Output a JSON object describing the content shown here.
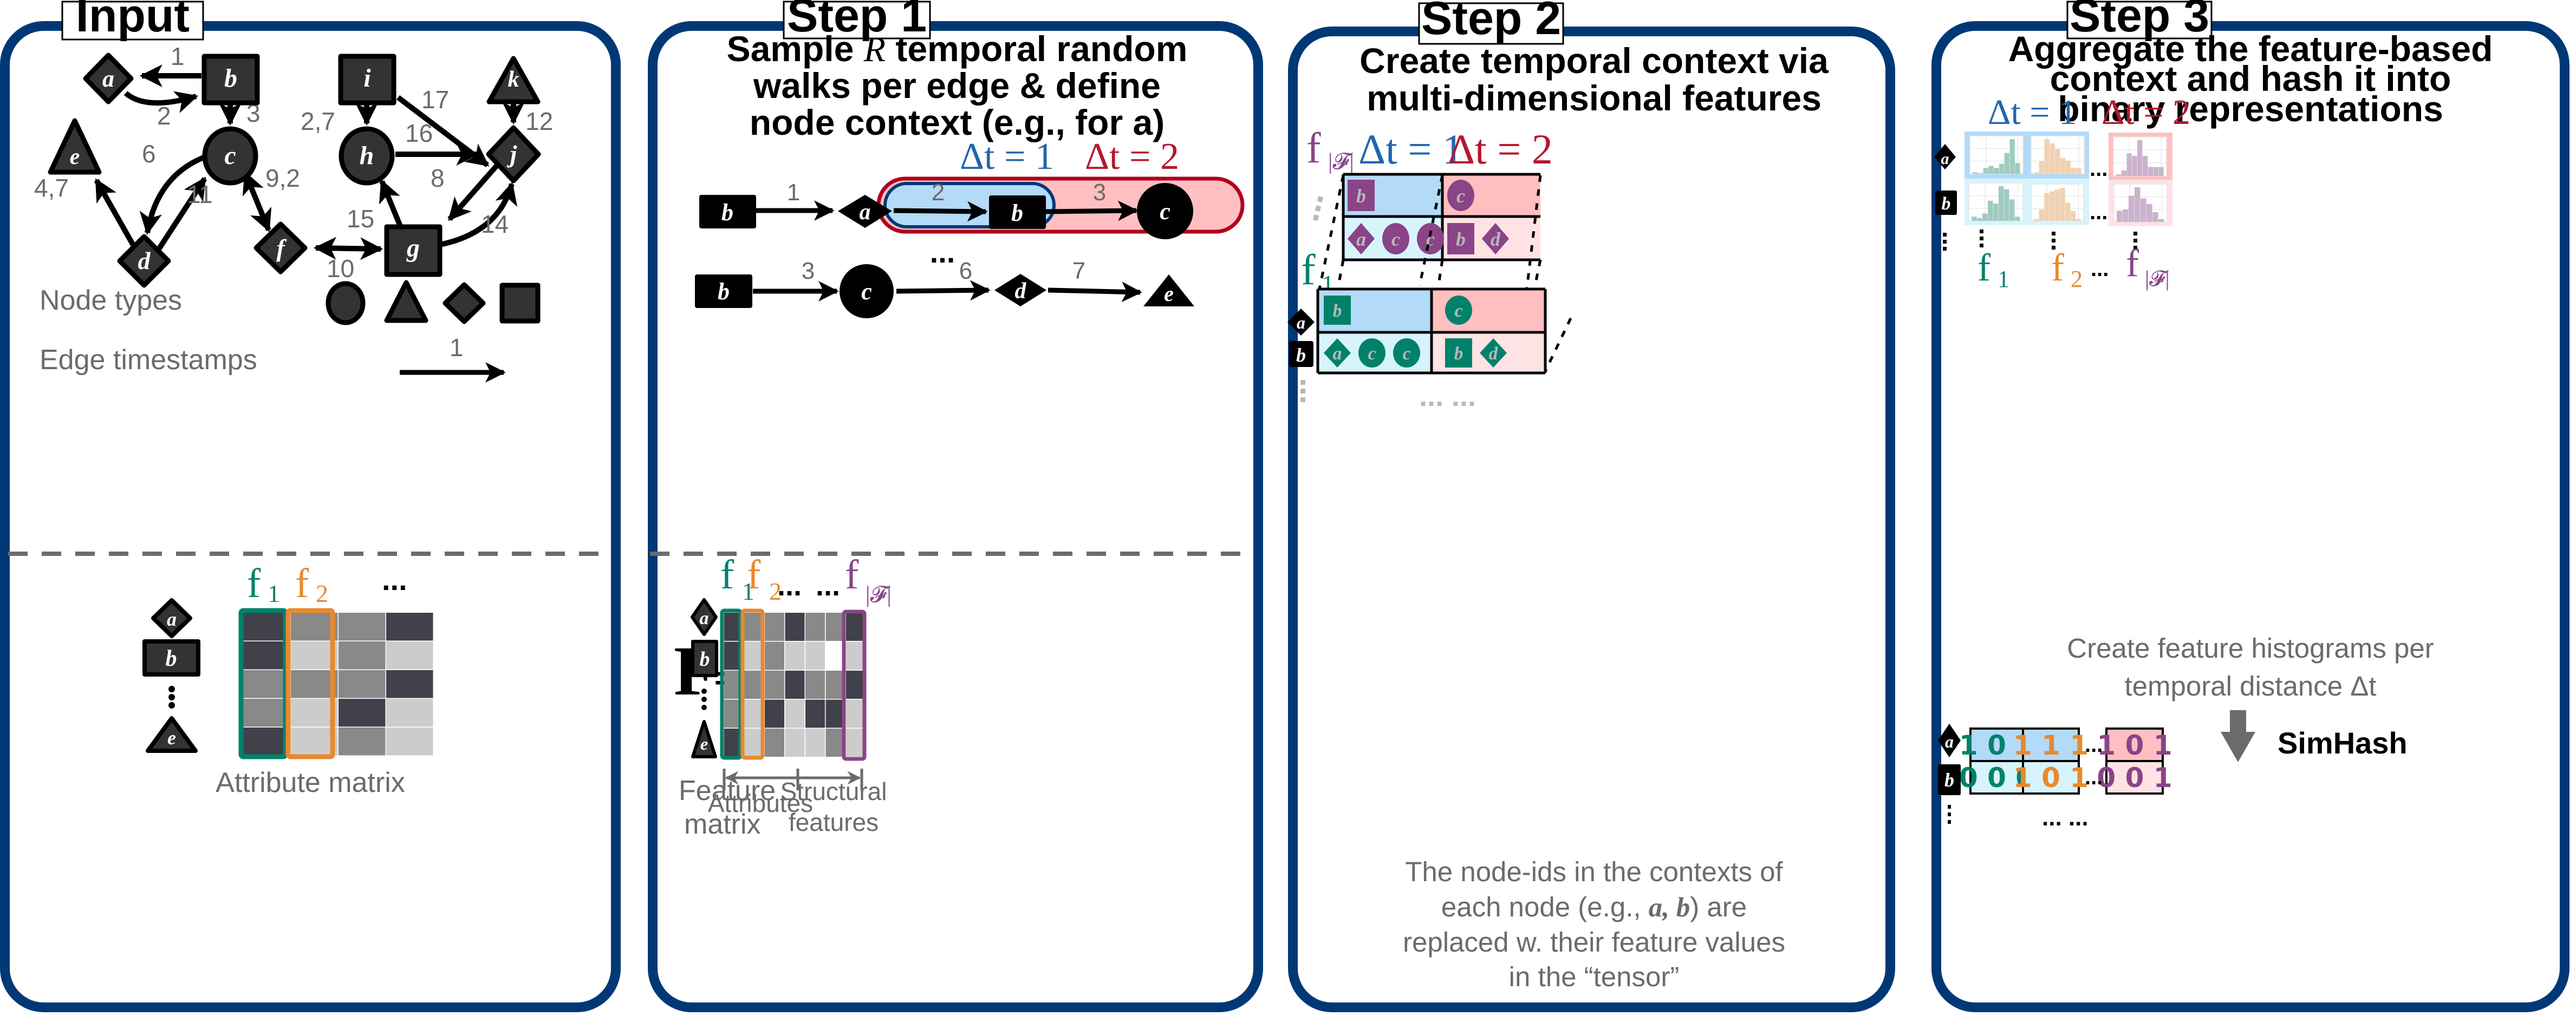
{
  "colors": {
    "panel_border": "#003876",
    "node_fill": "#333333",
    "f1": "#00826a",
    "f2": "#e8892e",
    "fF": "#8a4487",
    "dt1": "#2266aa",
    "dt2": "#b5172d",
    "blue_cell": "#b3daf7",
    "blue_cell_light": "#d7f4fd",
    "red_cell": "#ffbfc0",
    "red_cell_light": "#ffe3e4",
    "gray_text": "#6b6b6b",
    "hist_green": "#a0cbc1",
    "hist_orange": "#f0d1b2",
    "hist_purple": "#cbb2cd"
  },
  "panels": {
    "input": {
      "title": "Input",
      "legend_node_types": "Node types",
      "legend_edge_timestamps": "Edge timestamps",
      "legend_edge_example": "1",
      "matrix_caption": "Attribute matrix",
      "matrix_rows": [
        "a",
        "b",
        "e"
      ],
      "matrix_col_labels": [
        "f",
        "f"
      ],
      "matrix_col_subscripts": [
        "1",
        "2"
      ],
      "ellipsis": "...",
      "matrix_shades": [
        [
          "dark",
          "mid",
          "mid",
          "dark"
        ],
        [
          "dark",
          "light",
          "mid",
          "light"
        ],
        [
          "mid",
          "mid",
          "mid",
          "dark"
        ],
        [
          "mid",
          "light",
          "dark",
          "light"
        ],
        [
          "dark",
          "light",
          "mid",
          "light"
        ]
      ],
      "graph": {
        "nodes": [
          {
            "id": "a",
            "shape": "diamond"
          },
          {
            "id": "b",
            "shape": "square"
          },
          {
            "id": "c",
            "shape": "circle"
          },
          {
            "id": "d",
            "shape": "diamond"
          },
          {
            "id": "e",
            "shape": "triangle"
          },
          {
            "id": "f",
            "shape": "diamond"
          },
          {
            "id": "g",
            "shape": "square"
          },
          {
            "id": "h",
            "shape": "circle"
          },
          {
            "id": "i",
            "shape": "square"
          },
          {
            "id": "j",
            "shape": "diamond"
          },
          {
            "id": "k",
            "shape": "triangle"
          }
        ],
        "edges": [
          {
            "from": "b",
            "to": "a",
            "label": "1"
          },
          {
            "from": "a",
            "to": "b",
            "label": "2"
          },
          {
            "from": "b",
            "to": "c",
            "label": "3"
          },
          {
            "from": "c",
            "to": "d",
            "label": "6"
          },
          {
            "from": "d",
            "to": "c",
            "label": "11"
          },
          {
            "from": "d",
            "to": "e",
            "label": "4,7"
          },
          {
            "from": "c",
            "to": "f",
            "label": "9,2",
            "bidirectional": true
          },
          {
            "from": "f",
            "to": "g",
            "label": "10",
            "bidirectional": true
          },
          {
            "from": "i",
            "to": "h",
            "label": "2,7"
          },
          {
            "from": "i",
            "to": "j",
            "label": "17"
          },
          {
            "from": "h",
            "to": "j",
            "label": "16"
          },
          {
            "from": "k",
            "to": "j",
            "label": "12"
          },
          {
            "from": "j",
            "to": "g",
            "label": "8"
          },
          {
            "from": "g",
            "to": "h",
            "label": "15"
          },
          {
            "from": "g",
            "to": "j",
            "label": "14"
          }
        ]
      }
    },
    "step1": {
      "title": "Step 1",
      "heading_line1_pre": "Sample ",
      "heading_line1_var": "R",
      "heading_line1_post": " temporal random",
      "heading_line2": "walks per edge & define",
      "heading_line3": "node context (e.g., for a)",
      "dt1_label": "Δt = 1",
      "dt2_label": "Δt = 2",
      "walk1": {
        "nodes": [
          "b",
          "a",
          "b",
          "c"
        ],
        "edge_labels": [
          "1",
          "2",
          "3"
        ]
      },
      "walk_ellipsis": "...",
      "walk2": {
        "nodes": [
          "b",
          "c",
          "d",
          "e"
        ],
        "edge_labels": [
          "3",
          "6",
          "7"
        ]
      },
      "F_label": "F",
      "F_equals": "=",
      "col_labels": [
        "f",
        "f",
        "f"
      ],
      "col_subscripts": [
        "1",
        "2",
        "|𝓕|"
      ],
      "ellipsis1": "...",
      "ellipsis2": "...",
      "caption_line1": "Feature",
      "caption_line2": "matrix",
      "range_attributes": "Attributes",
      "range_structural_line1": "Structural",
      "range_structural_line2": "features",
      "matrix_shades": [
        [
          "dark",
          "mid",
          "mid",
          "dark",
          "mid",
          "mid",
          "dark"
        ],
        [
          "dark",
          "light",
          "mid",
          "light",
          "light",
          "white",
          "light"
        ],
        [
          "mid",
          "mid",
          "mid",
          "dark",
          "mid",
          "mid",
          "dark"
        ],
        [
          "mid",
          "light",
          "dark",
          "light",
          "dark",
          "dark",
          "light"
        ],
        [
          "dark",
          "light",
          "mid",
          "light",
          "light",
          "mid",
          "light"
        ]
      ]
    },
    "step2": {
      "title": "Step 2",
      "heading_line1": "Create temporal context via",
      "heading_line2": "multi-dimensional features",
      "dt1_label": "Δt = 1",
      "dt2_label": "Δt = 2",
      "fF_label": "f",
      "fF_sub": "|𝓕|",
      "f1_label": "f",
      "f1_sub": "1",
      "context": {
        "a": {
          "dt1": [
            "b"
          ],
          "dt2": [
            "c"
          ]
        },
        "b": {
          "dt1": [
            "a",
            "c",
            "c"
          ],
          "dt2": [
            "b",
            "d"
          ]
        }
      },
      "row_nodes": [
        "a",
        "b"
      ],
      "caption_line1": "The node-ids in the contexts of",
      "caption_line2_pre": "each node (e.g., ",
      "caption_line2_var": "a, b",
      "caption_line2_post": ") are",
      "caption_line3": "replaced w. their feature values",
      "caption_line4": "in the “tensor”",
      "ellipsis": "... ..."
    },
    "step3": {
      "title": "Step 3",
      "heading_line1": "Aggregate the feature-based",
      "heading_line2": "context and hash it into",
      "heading_line3": "binary representations",
      "dt1_label": "Δt = 1",
      "dt2_label": "Δt = 2",
      "row_nodes": [
        "a",
        "b"
      ],
      "feature_labels": [
        "f",
        "f",
        "f"
      ],
      "feature_subscripts": [
        "1",
        "2",
        "|𝓕|"
      ],
      "ellipsis": "...",
      "caption_line1": "Create feature histograms per",
      "caption_line2": "temporal distance Δt",
      "simhash_label": "SimHash",
      "hashes": {
        "a": [
          "1 0 1",
          "1 1 1",
          "1 0 1"
        ],
        "b": [
          "0 0 0",
          "1 0 1",
          "0 0 1"
        ]
      },
      "bottom_ellipsis": "... ...",
      "histograms": {
        "a_f1": [
          0.04,
          0.02,
          0.17,
          0.23,
          0.17,
          0.29,
          0.6,
          1.0,
          0.31
        ],
        "a_f2": [
          0.04,
          0.37,
          1.0,
          0.88,
          0.71,
          0.46,
          0.38,
          0.17,
          0.17
        ],
        "a_fF": [
          0.04,
          0.15,
          0.63,
          0.56,
          1.0,
          0.56,
          0.25,
          0.25,
          0.25
        ],
        "b_f1": [
          0.12,
          0.08,
          0.21,
          0.58,
          0.5,
          1.0,
          0.91,
          0.62,
          0.12
        ],
        "b_f2": [
          0.05,
          0.34,
          0.83,
          0.88,
          0.93,
          0.98,
          0.54,
          0.3,
          0.05
        ],
        "b_fF": [
          0.32,
          0.36,
          0.76,
          1.0,
          0.68,
          0.52,
          0.28,
          0.08
        ]
      }
    }
  }
}
